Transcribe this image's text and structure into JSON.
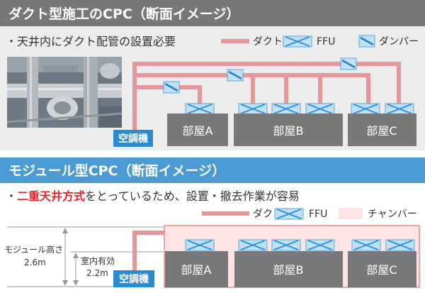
{
  "duct_type": {
    "title": "ダクト型施工のCPC（断面イメージ）",
    "note": "・天井内にダクト配管の設置必要",
    "legend": {
      "duct": "ダクト",
      "ffu": "FFU",
      "damper": "ダンパー"
    },
    "ac_unit": "空調機",
    "rooms": [
      "部屋A",
      "部屋B",
      "部屋C"
    ]
  },
  "modular_type": {
    "title": "モジュール型CPC（断面イメージ）",
    "note": {
      "bullet": "・",
      "highlight": "二重天井方式",
      "rest": "をとっているため、設置・撤去作業が容易"
    },
    "legend": {
      "duct": "ダクト",
      "ffu": "FFU",
      "chamber": "チャンバー"
    },
    "ac_unit": "空調機",
    "rooms": [
      "部屋A",
      "部屋B",
      "部屋C"
    ],
    "module_height": {
      "label": "モジュール高さ",
      "value": "2.6m"
    },
    "room_height": {
      "label": "室内有効",
      "value": "2.2m"
    }
  },
  "colors": {
    "duct_header": "#777777",
    "modular_header": "#4a9ad6",
    "duct": "#e3969b",
    "chamber": "#fde4e4",
    "room": "#787878",
    "ac_unit": "#2a8bd0",
    "ffu_fill": "#bfe0f5",
    "highlight": "#e0262c"
  },
  "icons": {
    "ffu": "ffu-icon",
    "damper": "damper-icon",
    "photo": "ceiling-duct-photo"
  }
}
